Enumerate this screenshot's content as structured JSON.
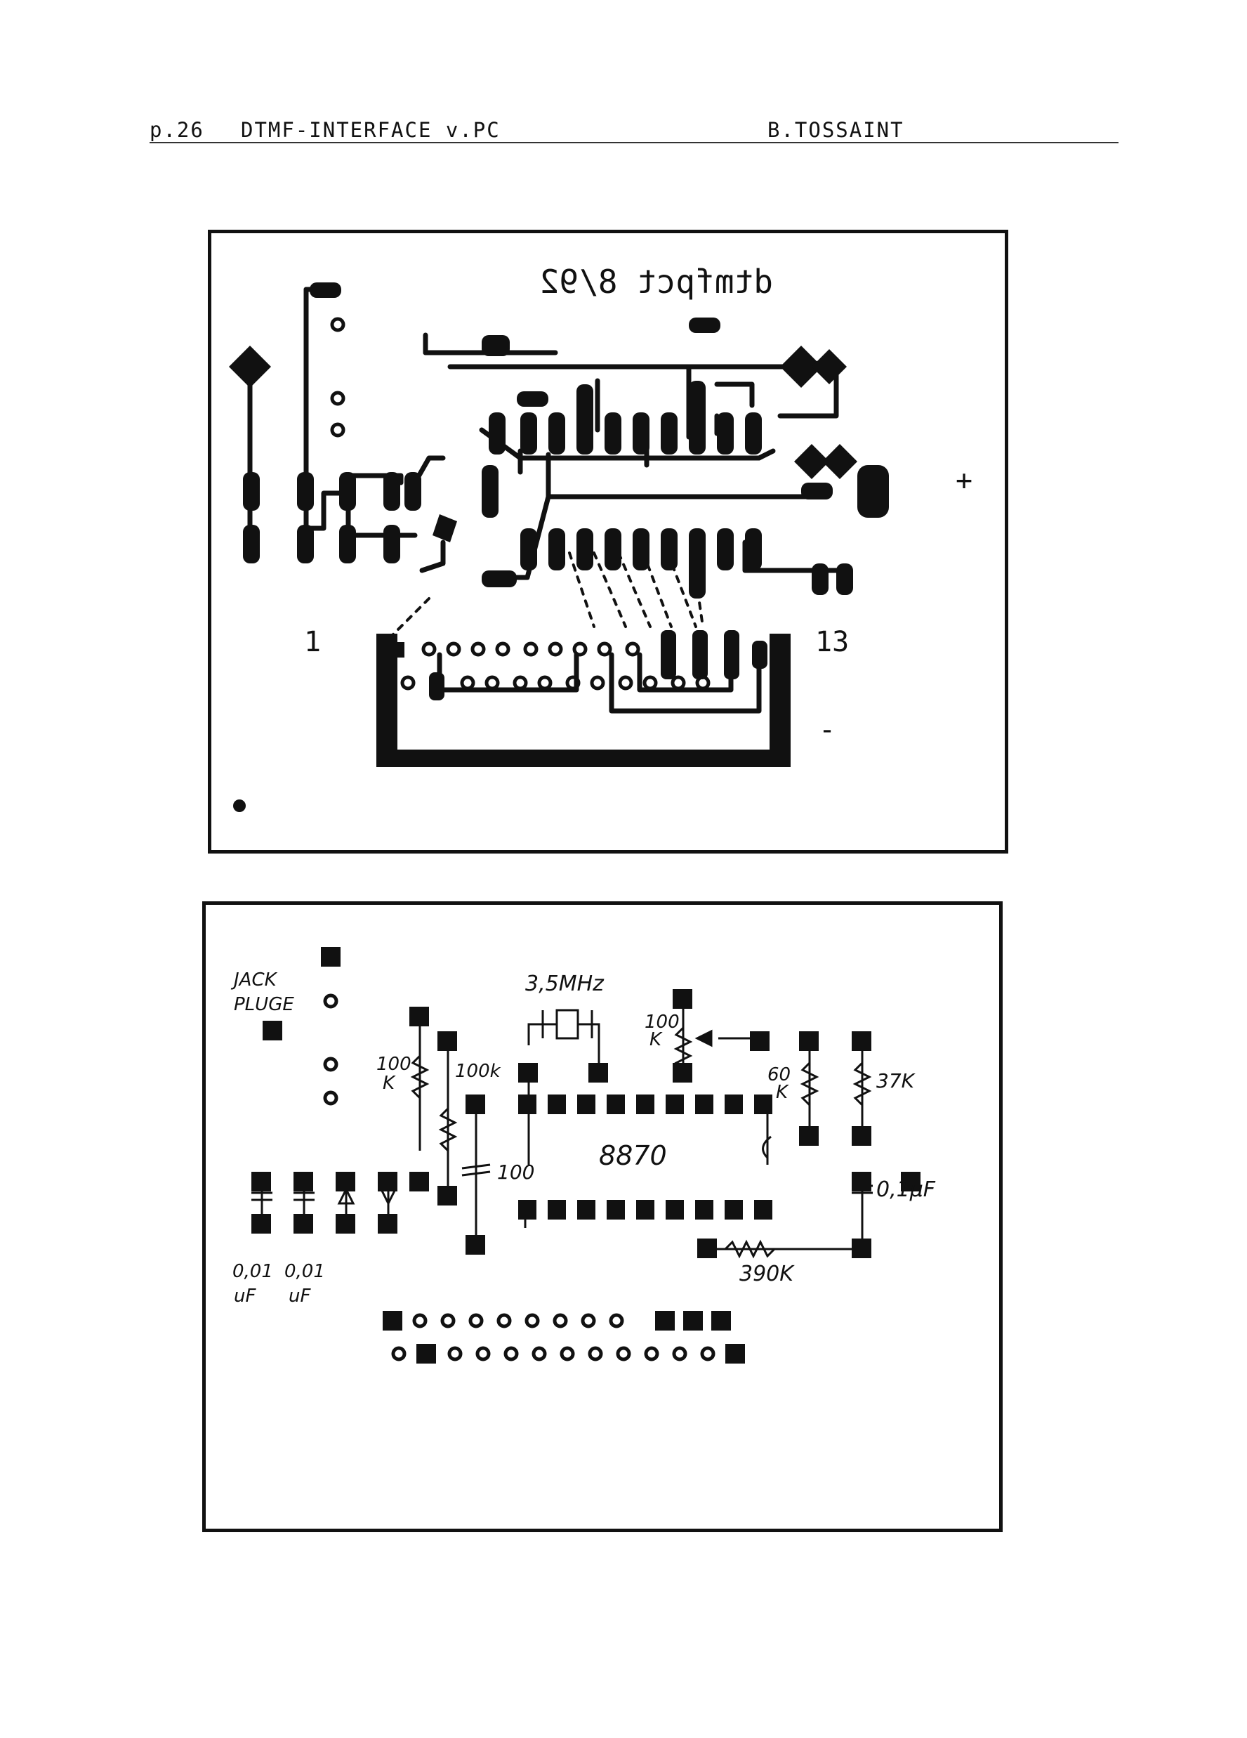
{
  "header": {
    "page": "p.26",
    "title": "DTMF-INTERFACE v.PC",
    "author": "B.TOSSAINT"
  },
  "copper_board": {
    "mirrored_text": "dtmfpct 8/92",
    "label_left": "1",
    "label_right": "13",
    "label_plus": "+",
    "label_minus": "-"
  },
  "component_board": {
    "jack_label_1": "JACK",
    "jack_label_2": "PLUGE",
    "crystal": "3,5MHz",
    "r_left": "100",
    "r_left_unit": "K",
    "r_mid": "100k",
    "r_pot": "100",
    "r_pot_unit": "K",
    "r_60": "60",
    "r_60_unit": "K",
    "r_37": "37K",
    "cap_100": "100",
    "ic": "8870",
    "cap_01": "0,1μF",
    "r_390": "390K",
    "cap_a": "0,01",
    "cap_a_unit": "uF",
    "cap_b": "0,01",
    "cap_b_unit": "uF"
  }
}
